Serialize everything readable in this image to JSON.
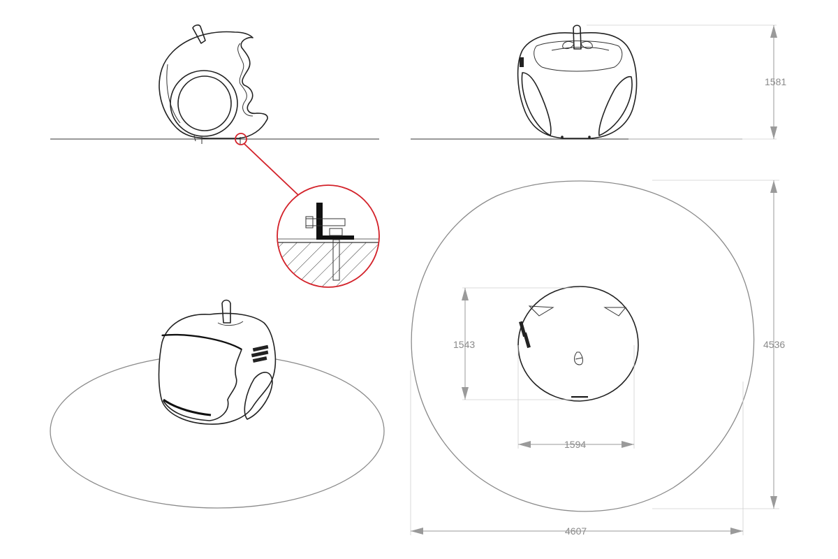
{
  "dimensions": {
    "height": "1581",
    "base_depth": "1543",
    "base_width": "1594",
    "zone_depth": "4536",
    "zone_width": "4607"
  },
  "colors": {
    "outline": "#222222",
    "dimension": "#8a8a8a",
    "detail_callout": "#d3222a"
  }
}
